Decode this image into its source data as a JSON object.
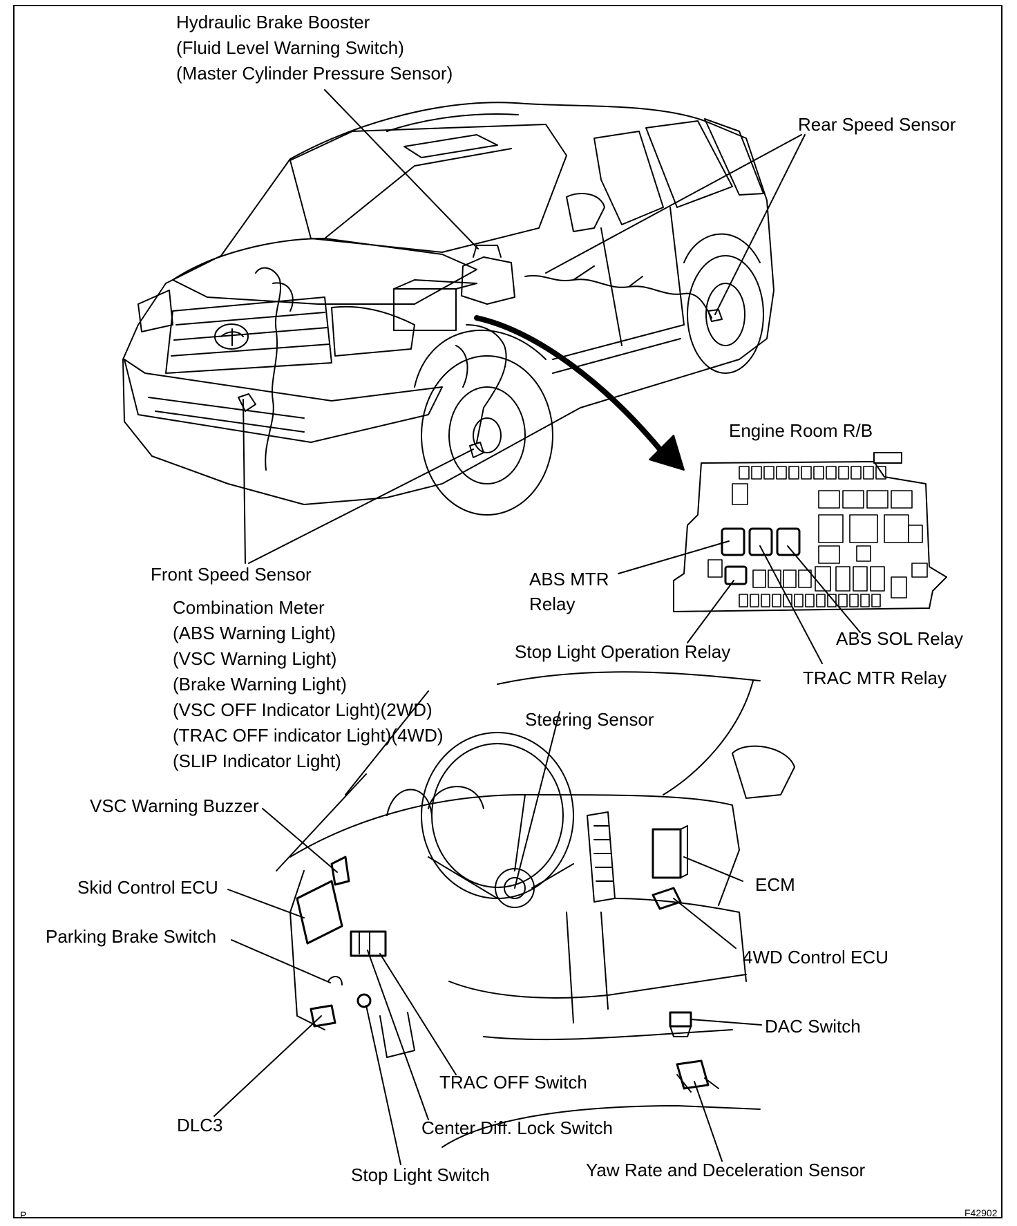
{
  "labels": {
    "brake_booster": [
      "Hydraulic Brake Booster",
      "(Fluid Level Warning Switch)",
      "(Master Cylinder Pressure Sensor)"
    ],
    "rear_speed_sensor": "Rear Speed Sensor",
    "engine_room_rb": "Engine Room R/B",
    "front_speed_sensor": "Front Speed Sensor",
    "abs_mtr_relay": [
      "ABS MTR",
      "Relay"
    ],
    "combination_meter": [
      "Combination Meter",
      "(ABS Warning Light)",
      "(VSC Warning Light)",
      "(Brake Warning Light)",
      "(VSC OFF Indicator Light)(2WD)",
      "(TRAC OFF indicator Light)(4WD)",
      "(SLIP Indicator Light)"
    ],
    "stop_light_operation_relay": "Stop Light Operation Relay",
    "abs_sol_relay": "ABS SOL Relay",
    "trac_mtr_relay": "TRAC MTR Relay",
    "steering_sensor": "Steering Sensor",
    "vsc_warning_buzzer": "VSC Warning Buzzer",
    "skid_control_ecu": "Skid Control ECU",
    "ecm": "ECM",
    "parking_brake_switch": "Parking Brake Switch",
    "control_ecu_4wd": "4WD Control ECU",
    "dac_switch": "DAC Switch",
    "trac_off_switch": "TRAC OFF Switch",
    "dlc3": "DLC3",
    "center_diff_lock_switch": "Center Diff. Lock Switch",
    "stop_light_switch": "Stop Light Switch",
    "yaw_rate_sensor": "Yaw Rate and Deceleration Sensor"
  },
  "footer": {
    "page_mark": "P",
    "figure_code": "F42902"
  }
}
